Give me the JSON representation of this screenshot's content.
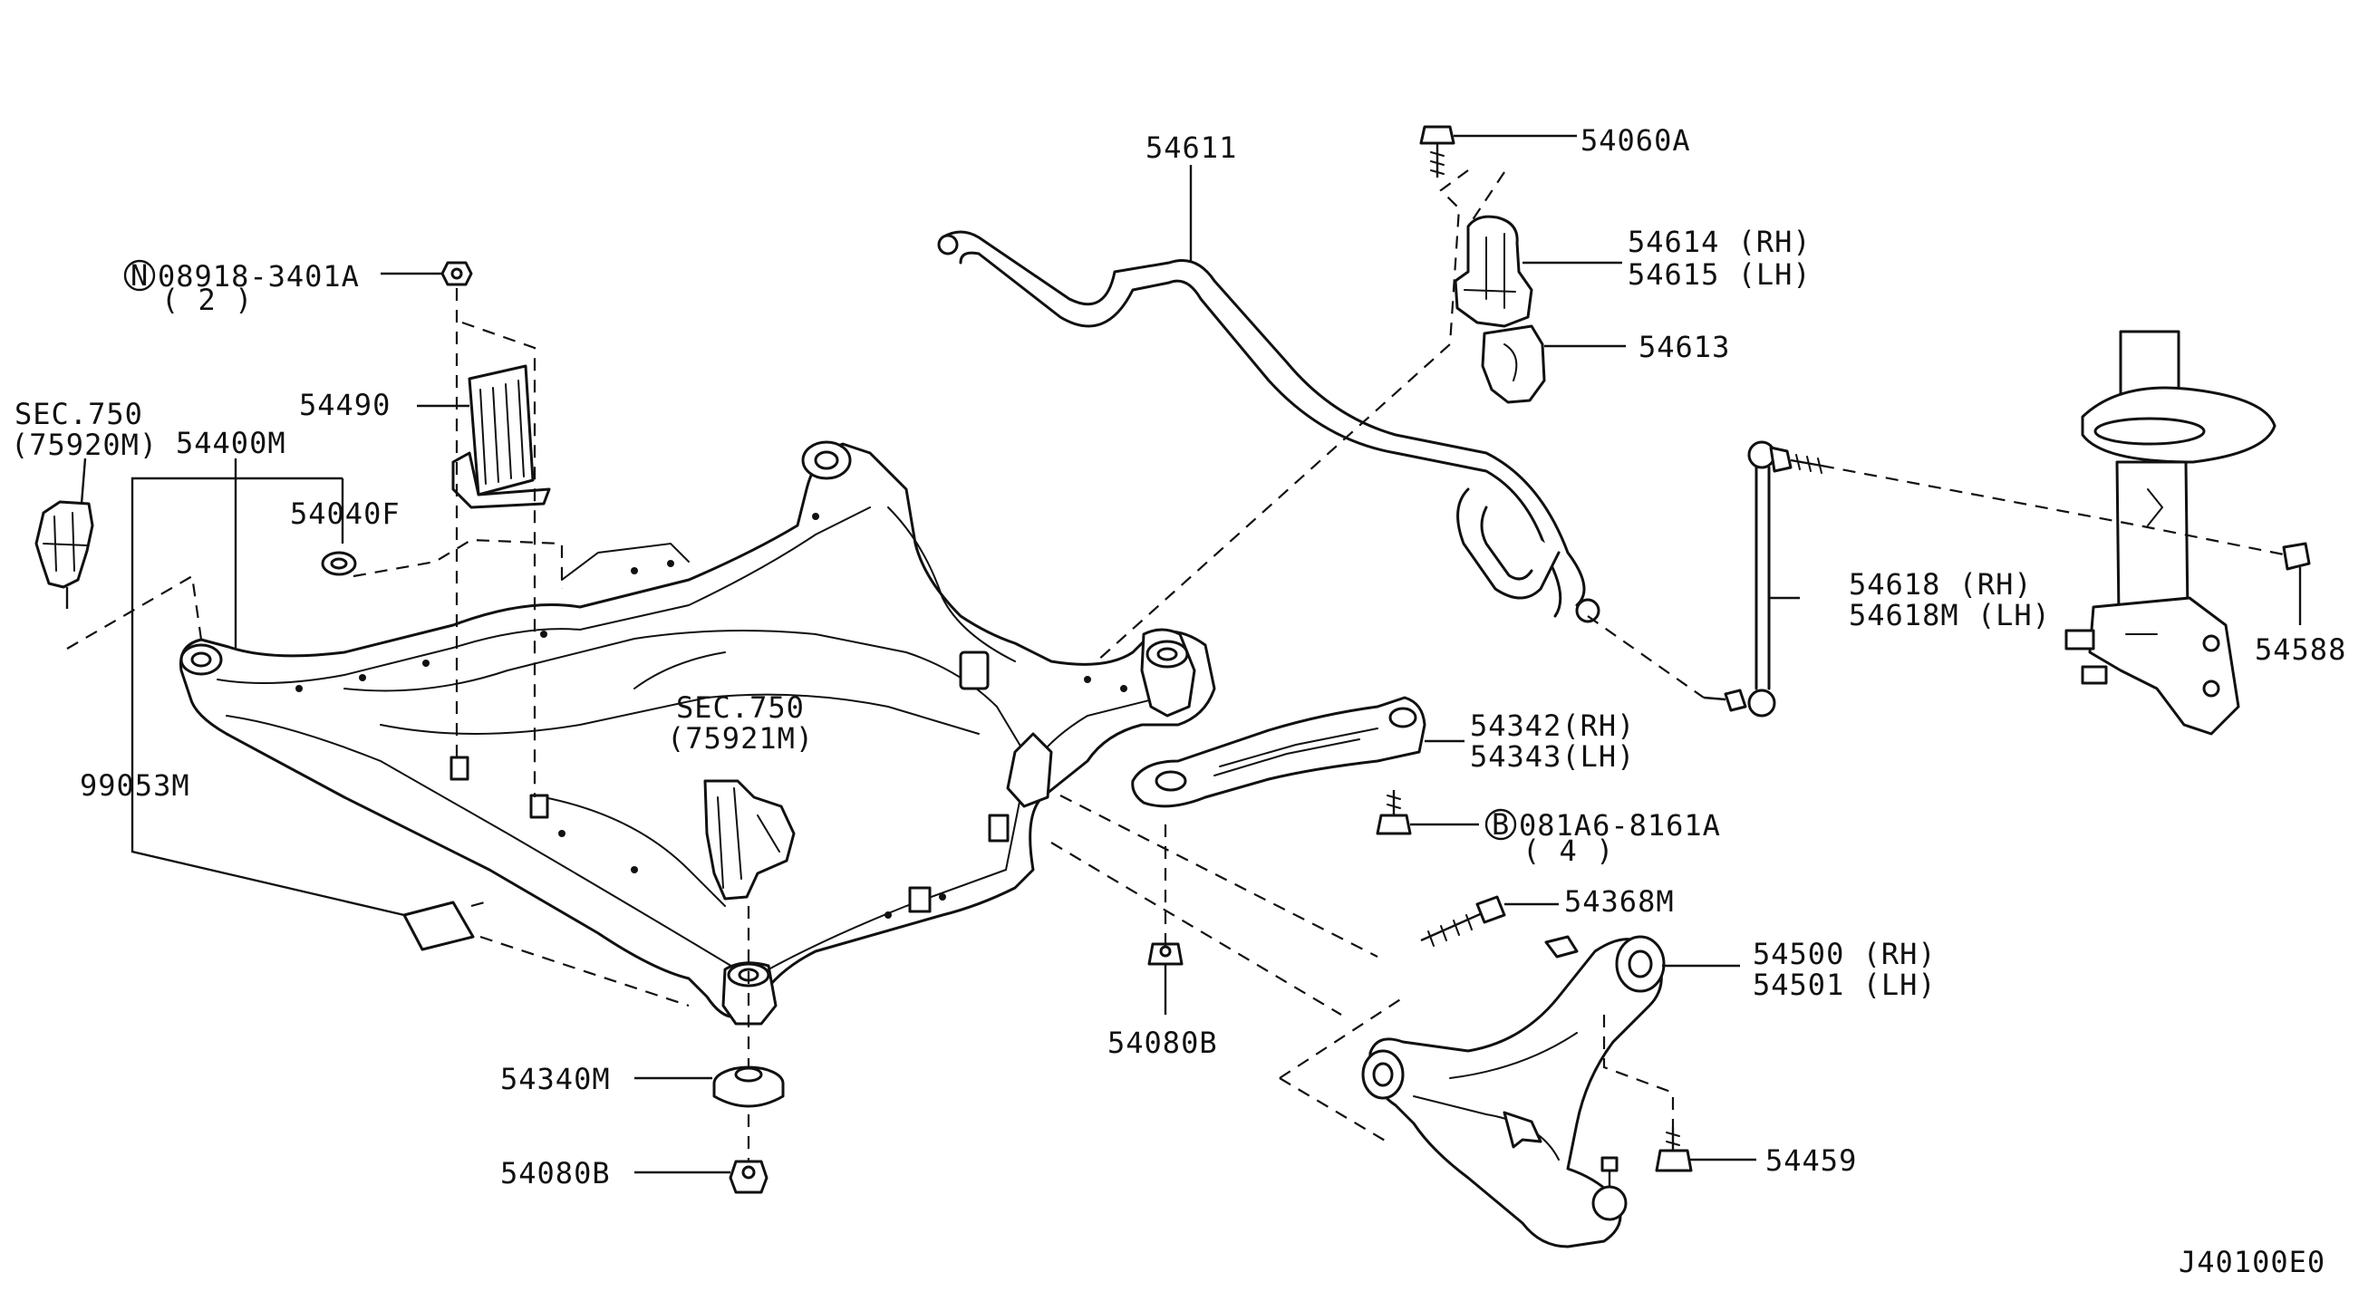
{
  "diagram_id": "J40100E0",
  "labels": {
    "l54611": "54611",
    "l54060a": "54060A",
    "l54614": "54614 (RH)",
    "l54615": "54615 (LH)",
    "l54613": "54613",
    "l08918": "08918-3401A",
    "l08918_qty": "( 2 )",
    "l54490": "54490",
    "sec750a": "SEC.750",
    "sec750a_ref": "(75920M)",
    "l54400m": "54400M",
    "l54040f": "54040F",
    "l54618": "54618 (RH)",
    "l54618m": "54618M (LH)",
    "l54588": "54588",
    "l54342": "54342(RH)",
    "l54343": "54343(LH)",
    "l081a6": "081A6-8161A",
    "l081a6_qty": "( 4 )",
    "sec750b": "SEC.750",
    "sec750b_ref": "(75921M)",
    "l99053m": "99053M",
    "l54368m": "54368M",
    "l54500": "54500 (RH)",
    "l54501": "54501 (LH)",
    "l54080b_a": "54080B",
    "l54340m": "54340M",
    "l54080b_b": "54080B",
    "l54459": "54459"
  },
  "symbols": {
    "n_circle": "N",
    "b_circle": "B"
  }
}
